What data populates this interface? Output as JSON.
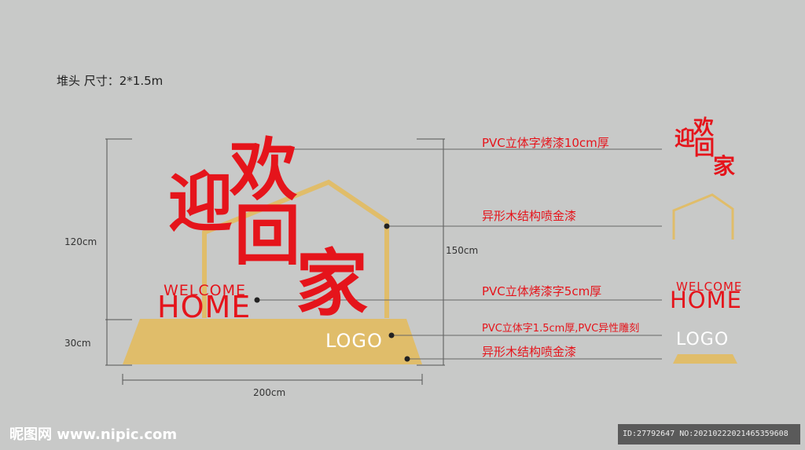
{
  "title": "堆头  尺寸：2*1.5m",
  "dimensions": {
    "height_upper": "120cm",
    "height_lower": "30cm",
    "height_total": "150cm",
    "width": "200cm"
  },
  "signage": {
    "chars": [
      "迎",
      "欢",
      "回",
      "家"
    ],
    "welcome": "WELCOME",
    "home": "HOME",
    "logo": "LOGO"
  },
  "callouts": [
    "PVC立体字烤漆10cm厚",
    "异形木结构喷金漆",
    "PVC立体烤漆字5cm厚",
    "PVC立体字1.5cm厚,PVC异性雕刻",
    "异形木结构喷金漆"
  ],
  "preview": {
    "welcome": "WELCOME",
    "home": "HOME",
    "logo": "LOGO"
  },
  "watermark": {
    "site": "昵图网 www.nipic.com",
    "id": "ID:27792647 NO:20210222021465359608"
  },
  "colors": {
    "background": "#c8c9c8",
    "red": "#e5141b",
    "gold": "#e0bd6a"
  }
}
